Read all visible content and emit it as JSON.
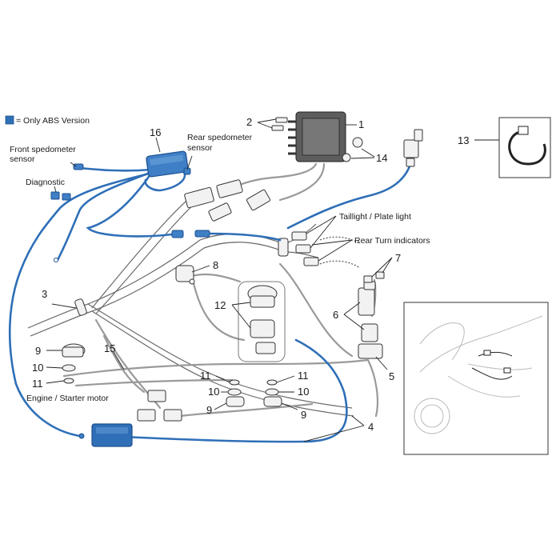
{
  "legend": {
    "text": "= Only ABS Version",
    "swatch_color": "#2f6fb7"
  },
  "labels": {
    "front_speedo": [
      "Front spedometer",
      "sensor"
    ],
    "rear_speedo": [
      "Rear spedometer",
      "sensor"
    ],
    "diagnostic": "Diagnostic",
    "taillight": "Taillight / Plate light",
    "rear_turn": "Rear Turn indicators",
    "engine_starter": "Engine / Starter motor"
  },
  "callouts": {
    "n1": "1",
    "n2": "2",
    "n3": "3",
    "n4": "4",
    "n5": "5",
    "n6": "6",
    "n7": "7",
    "n8": "8",
    "n9a": "9",
    "n9b": "9",
    "n9c": "9",
    "n10a": "10",
    "n10b": "10",
    "n10c": "10",
    "n11a": "11",
    "n11b": "11",
    "n11c": "11",
    "n12": "12",
    "n13": "13",
    "n14": "14",
    "n15": "15",
    "n16": "16"
  },
  "colors": {
    "abs_wire": "#2f6fb7",
    "harness": "#9a9a9a",
    "text": "#1a1a1a"
  }
}
